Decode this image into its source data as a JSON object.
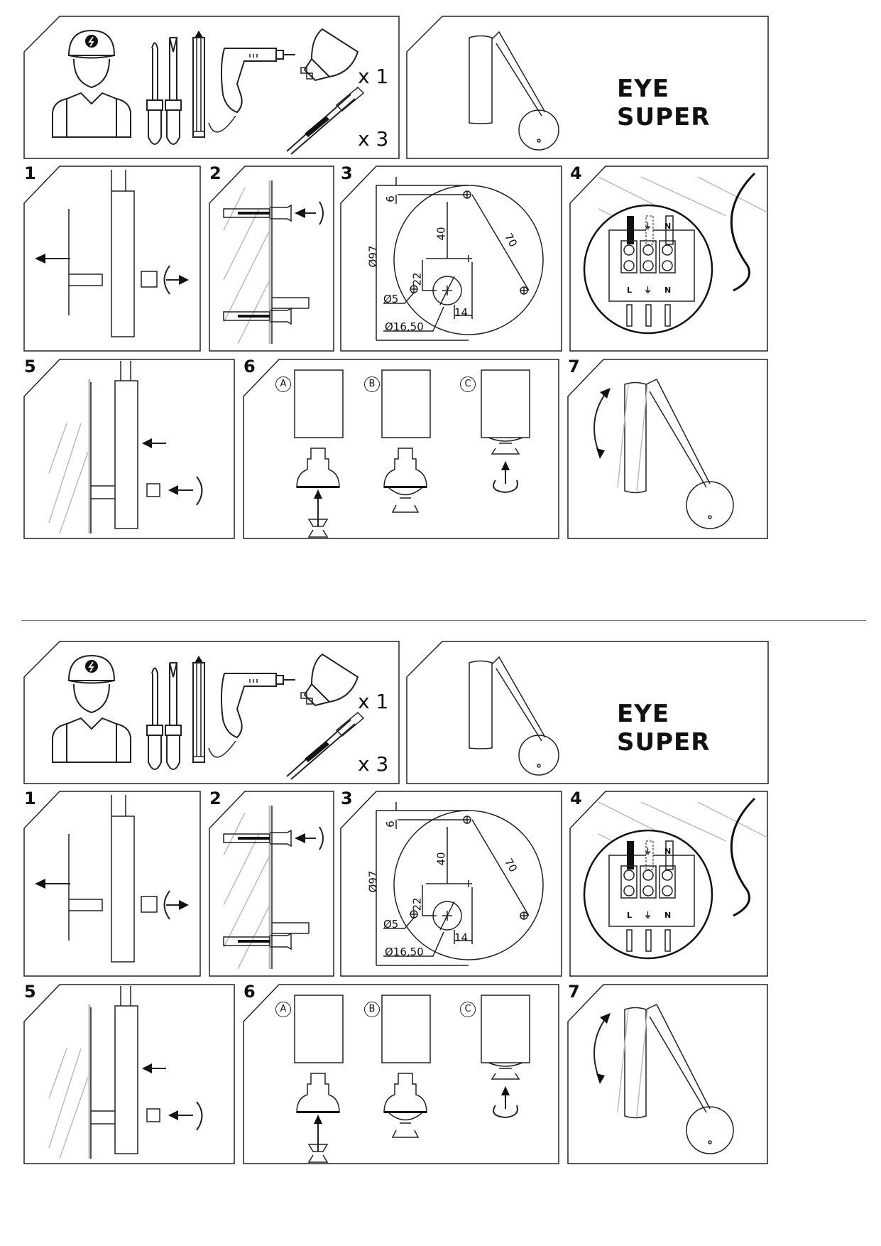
{
  "product": {
    "name": "EYE SUPER"
  },
  "tools_panel": {
    "icons": [
      "electrician-icon",
      "phillips-screwdriver-icon",
      "flat-screwdriver-icon",
      "pencil-icon",
      "drill-icon",
      "gu10-bulb-icon",
      "wall-plug-screw-icon"
    ],
    "bulb_qty": "x 1",
    "plug_qty": "x 3"
  },
  "steps": [
    {
      "num": "1"
    },
    {
      "num": "2"
    },
    {
      "num": "3",
      "dims": {
        "top_offset": "6",
        "vertical_spacing": "40",
        "diagonal": "70",
        "diameter": "Ø97",
        "center_offset": "22",
        "hole_dia": "Ø5",
        "horizontal_offset": "14",
        "cable_hole": "Ø16,50"
      }
    },
    {
      "num": "4",
      "terminals_top": [
        "L",
        "⏚",
        "N"
      ],
      "terminals_bottom": [
        "L",
        "⏚",
        "N"
      ]
    },
    {
      "num": "5"
    },
    {
      "num": "6",
      "options": [
        "A",
        "B",
        "C"
      ]
    },
    {
      "num": "7"
    }
  ],
  "colors": {
    "line": "#222222",
    "border": "#555555",
    "hatch": "#bbbbbb"
  }
}
